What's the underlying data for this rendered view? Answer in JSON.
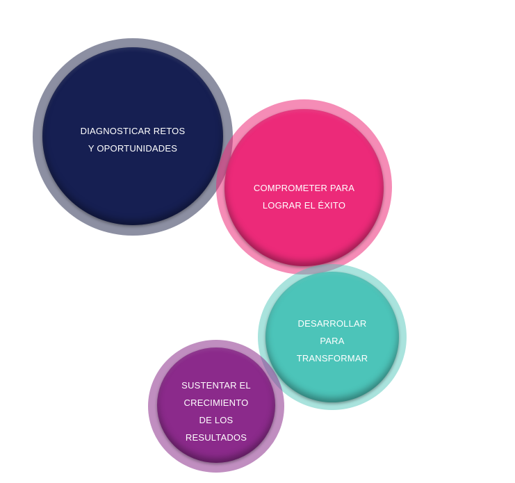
{
  "diagram": {
    "nodes": [
      {
        "id": "diagnosticar",
        "text": "DIAGNOSTICAR RETOS\nY OPORTUNIDADES",
        "ring_color": "#7b7f93",
        "fill_color": "#161f52"
      },
      {
        "id": "comprometer",
        "text": "COMPROMETER PARA\nLOGRAR EL ÉXITO",
        "ring_color": "#f28cb6",
        "fill_color": "#ec2a79"
      },
      {
        "id": "desarrollar",
        "text": "DESARROLLAR\nPARA\nTRANSFORMAR",
        "ring_color": "#a3ddd7",
        "fill_color": "#4cc4b9"
      },
      {
        "id": "sustentar",
        "text": "SUSTENTAR EL\nCRECIMIENTO\nDE LOS\nRESULTADOS",
        "ring_color": "#b07eb4",
        "fill_color": "#8b2a8b"
      }
    ]
  }
}
